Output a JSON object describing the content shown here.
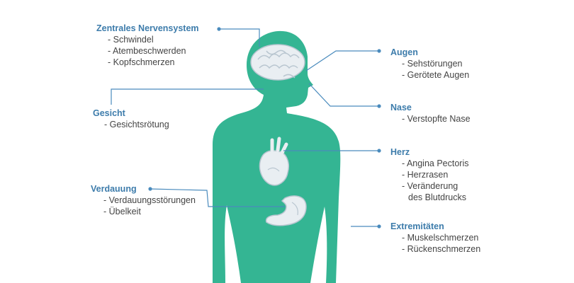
{
  "colors": {
    "body": "#34b593",
    "title": "#3d7cab",
    "text": "#444444",
    "connector": "#4a8bbd",
    "organ": "#e9eef2",
    "organ_outline": "#b9c6d0"
  },
  "groups": {
    "zns": {
      "title": "Zentrales Nervensystem",
      "items": [
        "- Schwindel",
        "- Atembeschwerden",
        "- Kopfschmerzen"
      ]
    },
    "gesicht": {
      "title": "Gesicht",
      "items": [
        "- Gesichtsrötung"
      ]
    },
    "verdauung": {
      "title": "Verdauung",
      "items": [
        "- Verdauungsstörungen",
        "- Übelkeit"
      ]
    },
    "augen": {
      "title": "Augen",
      "items": [
        "- Sehstörungen",
        "- Gerötete Augen"
      ]
    },
    "nase": {
      "title": "Nase",
      "items": [
        "- Verstopfte Nase"
      ]
    },
    "herz": {
      "title": "Herz",
      "items": [
        "- Angina Pectoris",
        "- Herzrasen",
        "- Veränderung",
        "des Blutdrucks"
      ]
    },
    "extremitaeten": {
      "title": "Extremitäten",
      "items": [
        "- Muskelschmerzen",
        "- Rückenschmerzen"
      ]
    }
  }
}
